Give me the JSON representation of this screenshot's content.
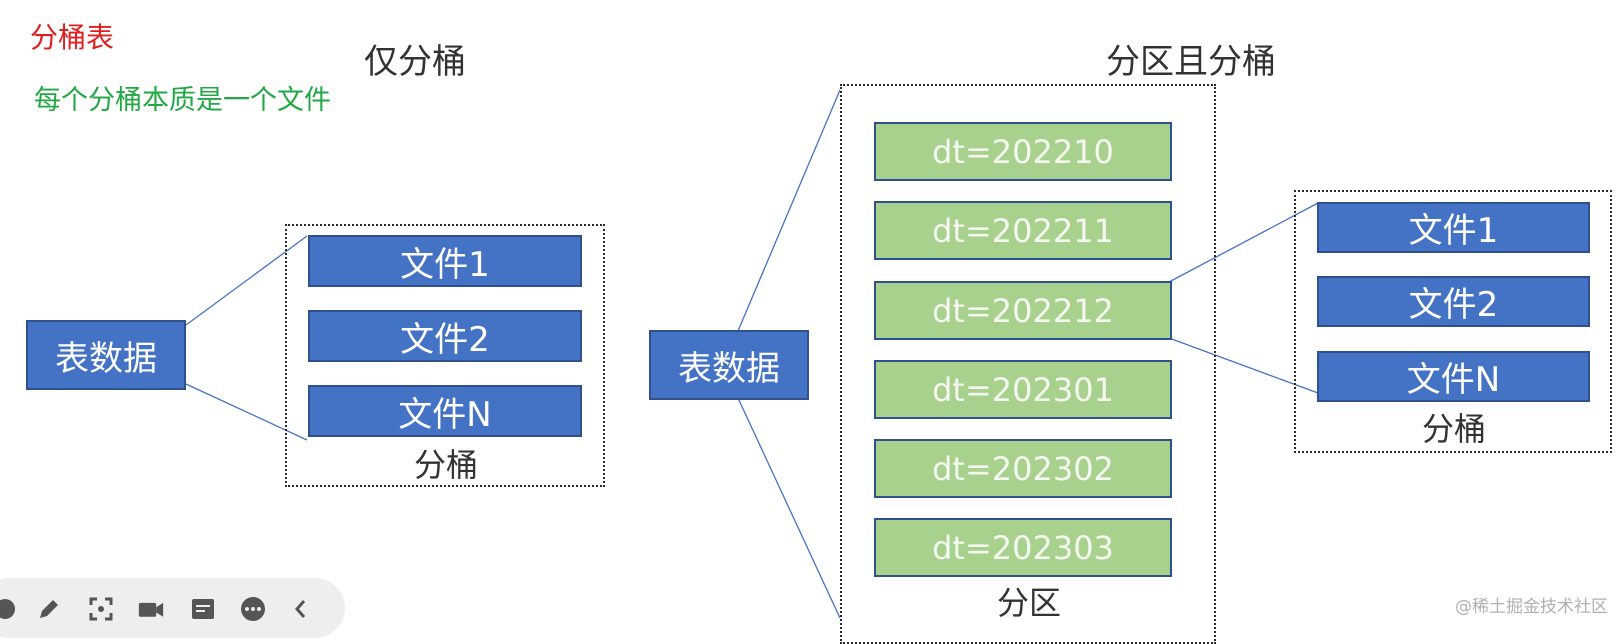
{
  "header": {
    "bucket_table_label": "分桶表",
    "note": "每个分桶本质是一个文件"
  },
  "left_diagram": {
    "title": "仅分桶",
    "source_label": "表数据",
    "files": [
      "文件1",
      "文件2",
      "文件N"
    ],
    "container_label": "分桶"
  },
  "right_diagram": {
    "title": "分区且分桶",
    "source_label": "表数据",
    "partitions": [
      "dt=202210",
      "dt=202211",
      "dt=202212",
      "dt=202301",
      "dt=202302",
      "dt=202303"
    ],
    "partition_container_label": "分区",
    "files": [
      "文件1",
      "文件2",
      "文件N"
    ],
    "bucket_container_label": "分桶"
  },
  "watermark": "@稀土掘金技术社区",
  "toolbar": {
    "icons": [
      "circle-icon",
      "pen-icon",
      "screenshot-icon",
      "camera-icon",
      "note-icon",
      "more-icon",
      "collapse-icon"
    ]
  },
  "colors": {
    "accent_red": "#e02020",
    "accent_green": "#22a845",
    "file_blue": "#4472c4",
    "partition_green": "#a9d18e"
  }
}
